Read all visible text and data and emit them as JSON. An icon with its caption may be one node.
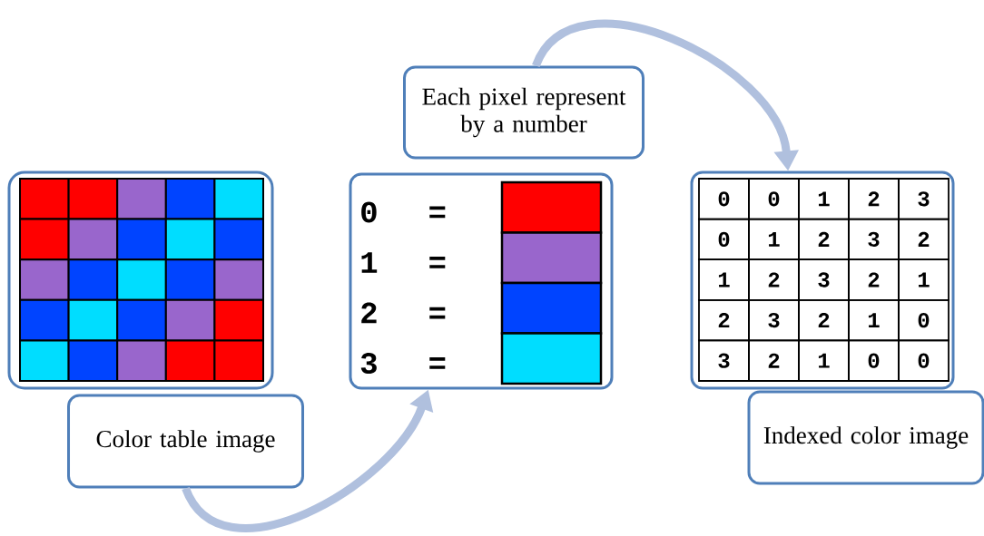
{
  "diagram": {
    "nodes": [
      {
        "text": [],
        "shape": "picture"
      },
      {
        "text": [
          "Color table image"
        ]
      },
      {
        "text": [
          "Each pixel represent by a number"
        ]
      },
      {
        "text": [],
        "shape": "box"
      },
      {
        "text": [],
        "shape": "box"
      },
      {
        "text": [
          "Indexed color image"
        ]
      }
    ],
    "edges": [
      {
        "from": 1,
        "to": 3,
        "arrow": "to"
      },
      {
        "from": 2,
        "to": 4,
        "arrow": "to"
      }
    ],
    "labels": [
      "0",
      "0",
      "1",
      "2",
      "3",
      "0",
      "1",
      "2",
      "3",
      "2",
      "1",
      "2",
      "3",
      "2",
      "1",
      "2",
      "3",
      "2",
      "1",
      "0",
      "3",
      "2",
      "1",
      "0",
      "0"
    ],
    "legend": [
      {
        "text": "0 =",
        "color": "#ff0000"
      },
      {
        "text": "1 =",
        "color": "#9966cc"
      },
      {
        "text": "2 =",
        "color": "#0044ff"
      },
      {
        "text": "3 =",
        "color": "#00ddff"
      }
    ]
  }
}
